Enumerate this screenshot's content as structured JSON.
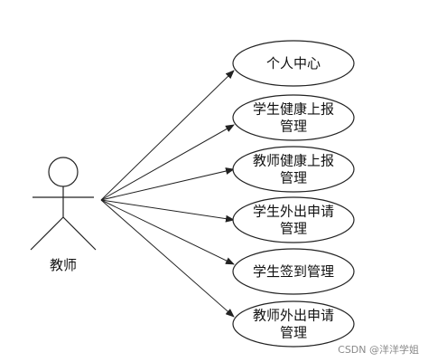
{
  "actor": {
    "label": "教师"
  },
  "use_cases": [
    {
      "lines": [
        "个人中心"
      ]
    },
    {
      "lines": [
        "学生健康上报",
        "管理"
      ]
    },
    {
      "lines": [
        "教师健康上报",
        "管理"
      ]
    },
    {
      "lines": [
        "学生外出申请",
        "管理"
      ]
    },
    {
      "lines": [
        "学生签到管理"
      ]
    },
    {
      "lines": [
        "教师外出申请",
        "管理"
      ]
    }
  ],
  "watermark": "CSDN @洋洋学姐",
  "colors": {
    "stroke": "#222222",
    "text": "#111111",
    "watermark": "#8a8a8a"
  }
}
